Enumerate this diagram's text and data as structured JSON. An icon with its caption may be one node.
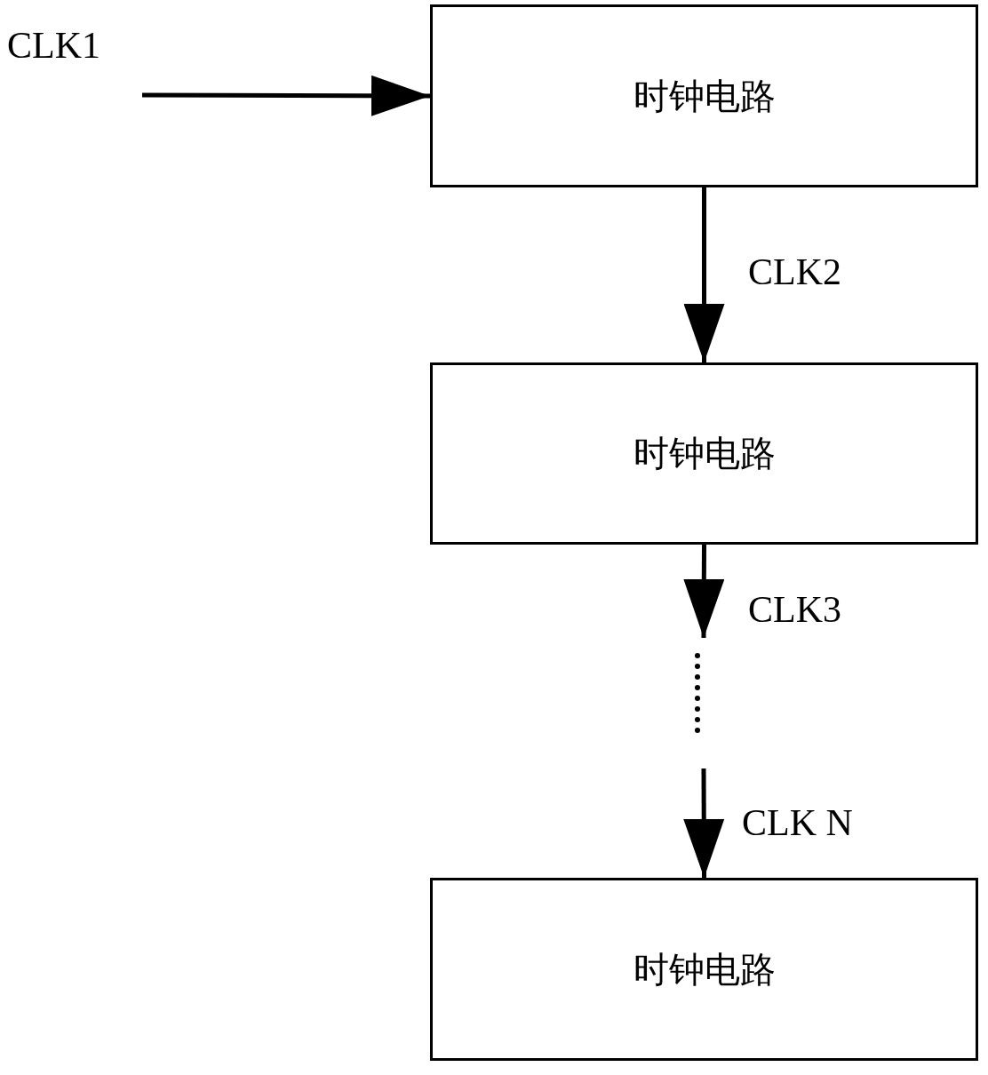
{
  "diagram": {
    "nodes": [
      {
        "text": [
          "时钟电路"
        ]
      },
      {
        "text": [
          "时钟电路"
        ]
      },
      {
        "text": [
          "时钟电路"
        ]
      }
    ],
    "edges": [
      {
        "from": null,
        "to": 0,
        "arrow": "to",
        "label": "CLK1"
      },
      {
        "from": 0,
        "to": 1,
        "arrow": "to",
        "label": "CLK2"
      },
      {
        "from": 1,
        "to": null,
        "arrow": "to",
        "label": "CLK3"
      },
      {
        "from": null,
        "to": 2,
        "arrow": "to",
        "label": "CLK N"
      }
    ]
  }
}
